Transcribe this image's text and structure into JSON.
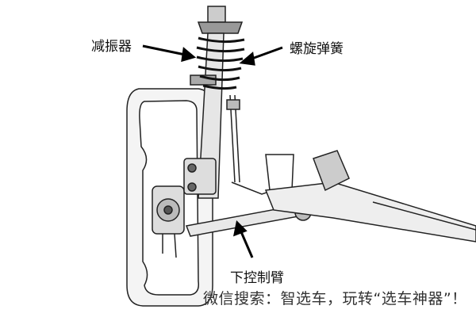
{
  "labels": {
    "shock_absorber": "减振器",
    "coil_spring": "螺旋弹簧",
    "lower_control_arm": "下控制臂"
  },
  "watermark": "微信搜索：智选车，玩转“选车神器”！"
}
